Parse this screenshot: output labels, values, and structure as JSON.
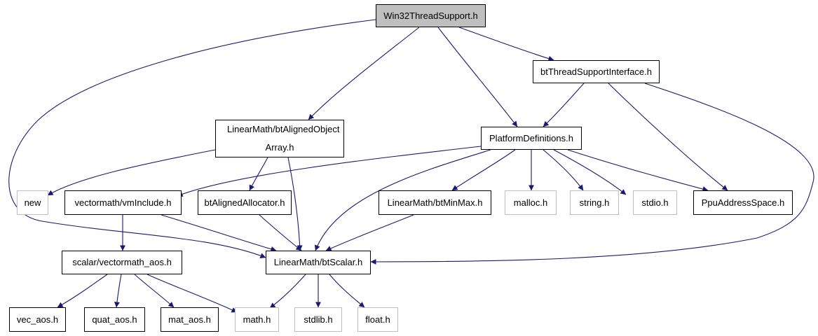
{
  "graph": {
    "edge_color": "#191970",
    "missing_border_color": "#bfbfbf",
    "root_fill": "#bfbfbf",
    "nodes": {
      "win32": {
        "label": "Win32ThreadSupport.h",
        "kind": "root"
      },
      "btthreadsupport": {
        "label": "btThreadSupportInterface.h",
        "kind": "linked"
      },
      "alignedobjectarray": {
        "label": "LinearMath/btAlignedObject Array.h",
        "kind": "linked"
      },
      "platformdefs": {
        "label": "PlatformDefinitions.h",
        "kind": "linked"
      },
      "new": {
        "label": "new",
        "kind": "missing"
      },
      "vminclude": {
        "label": "vectormath/vmInclude.h",
        "kind": "linked"
      },
      "alignedallocator": {
        "label": "btAlignedAllocator.h",
        "kind": "linked"
      },
      "minmax": {
        "label": "LinearMath/btMinMax.h",
        "kind": "linked"
      },
      "malloc": {
        "label": "malloc.h",
        "kind": "missing"
      },
      "string": {
        "label": "string.h",
        "kind": "missing"
      },
      "stdio": {
        "label": "stdio.h",
        "kind": "missing"
      },
      "ppuaddress": {
        "label": "PpuAddressSpace.h",
        "kind": "linked"
      },
      "vectormathaos": {
        "label": "scalar/vectormath_aos.h",
        "kind": "linked"
      },
      "btscalar": {
        "label": "LinearMath/btScalar.h",
        "kind": "linked"
      },
      "vecaos": {
        "label": "vec_aos.h",
        "kind": "linked"
      },
      "quataos": {
        "label": "quat_aos.h",
        "kind": "linked"
      },
      "mataos": {
        "label": "mat_aos.h",
        "kind": "linked"
      },
      "math": {
        "label": "math.h",
        "kind": "missing"
      },
      "stdlib": {
        "label": "stdlib.h",
        "kind": "missing"
      },
      "float": {
        "label": "float.h",
        "kind": "missing"
      }
    },
    "edges": [
      [
        "win32",
        "btscalar"
      ],
      [
        "win32",
        "alignedobjectarray"
      ],
      [
        "win32",
        "platformdefs"
      ],
      [
        "win32",
        "btthreadsupport"
      ],
      [
        "btthreadsupport",
        "platformdefs"
      ],
      [
        "btthreadsupport",
        "ppuaddress"
      ],
      [
        "btthreadsupport",
        "btscalar"
      ],
      [
        "alignedobjectarray",
        "new"
      ],
      [
        "alignedobjectarray",
        "alignedallocator"
      ],
      [
        "alignedobjectarray",
        "btscalar"
      ],
      [
        "platformdefs",
        "vminclude"
      ],
      [
        "platformdefs",
        "btscalar"
      ],
      [
        "platformdefs",
        "minmax"
      ],
      [
        "platformdefs",
        "malloc"
      ],
      [
        "platformdefs",
        "string"
      ],
      [
        "platformdefs",
        "stdio"
      ],
      [
        "platformdefs",
        "ppuaddress"
      ],
      [
        "vminclude",
        "vectormathaos"
      ],
      [
        "vminclude",
        "btscalar"
      ],
      [
        "alignedallocator",
        "btscalar"
      ],
      [
        "minmax",
        "btscalar"
      ],
      [
        "vectormathaos",
        "vecaos"
      ],
      [
        "vectormathaos",
        "quataos"
      ],
      [
        "vectormathaos",
        "mataos"
      ],
      [
        "vectormathaos",
        "math"
      ],
      [
        "btscalar",
        "math"
      ],
      [
        "btscalar",
        "stdlib"
      ],
      [
        "btscalar",
        "float"
      ]
    ]
  }
}
